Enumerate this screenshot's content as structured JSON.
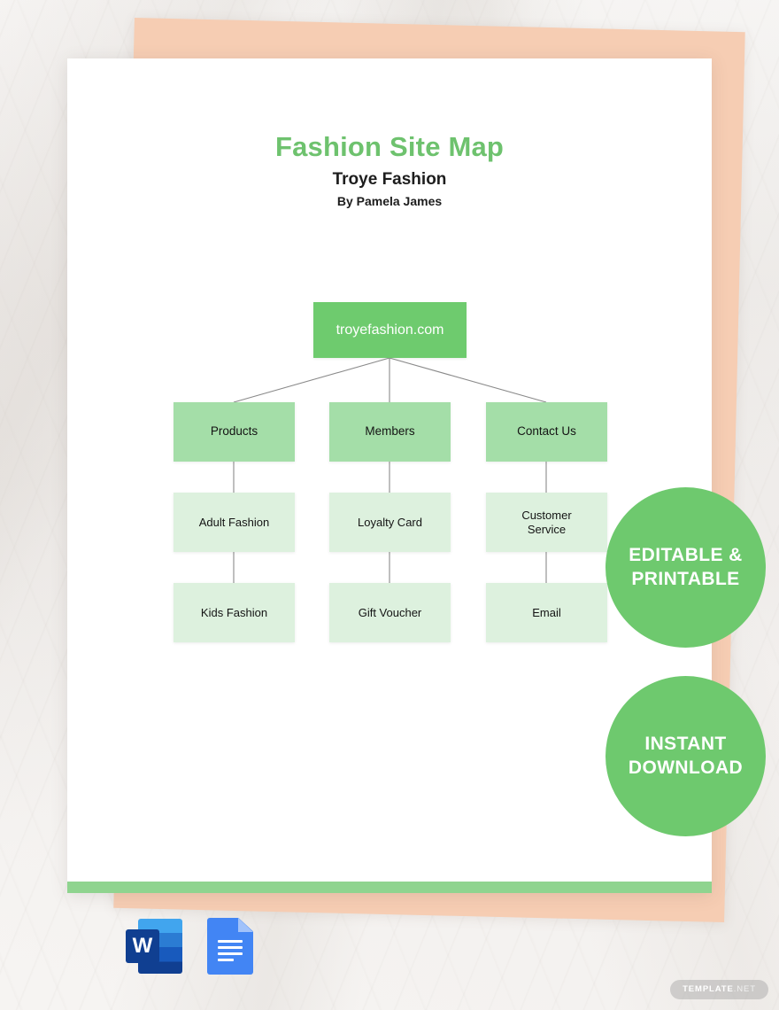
{
  "document": {
    "title": "Fashion Site Map",
    "subtitle": "Troye Fashion",
    "byline": "By Pamela James"
  },
  "colors": {
    "root_node": "#6ecb6e",
    "level1_node": "#a4dea8",
    "level2_node": "#ddf1de",
    "title_green": "#6ec26e",
    "badge_green": "#6ec96e",
    "footer_bar": "#8fd48f",
    "peach_sheet": "#f6cdb3",
    "connector_line": "#8a8a8a"
  },
  "sitemap": {
    "root": {
      "label": "troyefashion.com"
    },
    "branches": [
      {
        "level1": "Products",
        "level2": "Adult Fashion",
        "level3": "Kids Fashion"
      },
      {
        "level1": "Members",
        "level2": "Loyalty Card",
        "level3": "Gift Voucher"
      },
      {
        "level1": "Contact Us",
        "level2": "Customer\nService",
        "level3": "Email"
      }
    ]
  },
  "badges": [
    {
      "id": "editable",
      "line1": "EDITABLE &",
      "line2": "PRINTABLE"
    },
    {
      "id": "download",
      "line1": "INSTANT",
      "line2": "DOWNLOAD"
    }
  ],
  "file_formats": [
    {
      "id": "word",
      "name": "Microsoft Word",
      "glyph": "W"
    },
    {
      "id": "google-docs",
      "name": "Google Docs"
    }
  ],
  "watermark": {
    "name": "TEMPLATE",
    "suffix": ".NET"
  }
}
